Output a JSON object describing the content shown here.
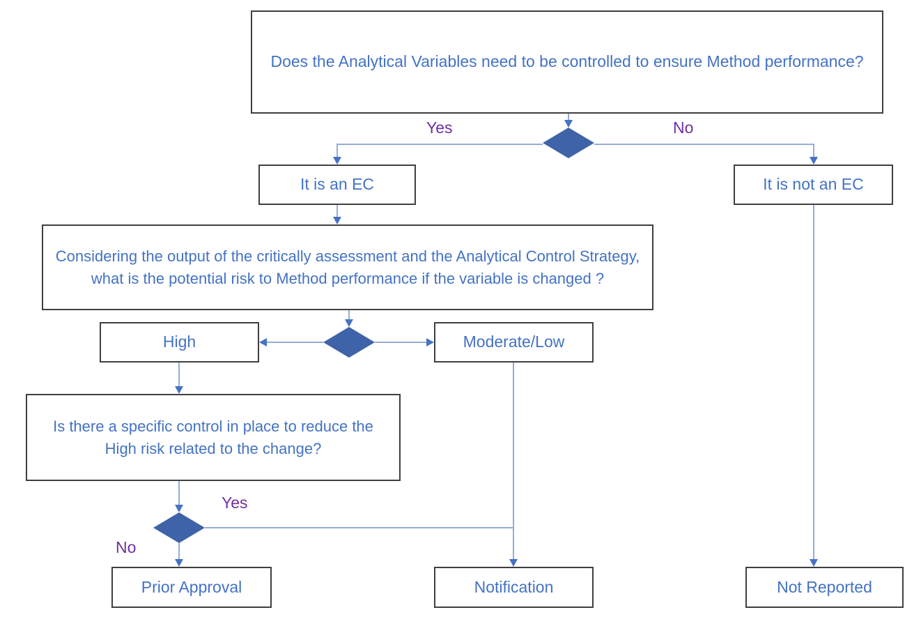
{
  "palette": {
    "box_border": "#3f3f3f",
    "box_text": "#4472c4",
    "label_text": "#7030a0",
    "diamond_fill": "#3f63a8",
    "connector_line": "#96acd8",
    "arrowhead": "#4472c4",
    "background": "#ffffff"
  },
  "nodes": {
    "q1": "Does the Analytical Variables need to be controlled to ensure Method performance?",
    "ec": "It is an EC",
    "not_ec": "It is not an EC",
    "q2": "Considering the output of the critically assessment and the Analytical Control Strategy, what is the potential risk to Method performance if the variable is changed ?",
    "high": "High",
    "moderate_low": "Moderate/Low",
    "q3": "Is there a specific control in place to reduce the High risk related to the change?",
    "prior_approval": "Prior Approval",
    "notification": "Notification",
    "not_reported": "Not Reported"
  },
  "labels": {
    "yes_top": "Yes",
    "no_top": "No",
    "yes_bottom": "Yes",
    "no_bottom": "No"
  },
  "edges": [
    {
      "from": "q1",
      "to": "ec",
      "label": "Yes"
    },
    {
      "from": "q1",
      "to": "not_ec",
      "label": "No"
    },
    {
      "from": "ec",
      "to": "q2",
      "label": ""
    },
    {
      "from": "q2",
      "to": "high",
      "label": ""
    },
    {
      "from": "q2",
      "to": "moderate_low",
      "label": ""
    },
    {
      "from": "high",
      "to": "q3",
      "label": ""
    },
    {
      "from": "q3",
      "to": "prior_approval",
      "label": "No"
    },
    {
      "from": "q3",
      "to": "notification",
      "label": "Yes"
    },
    {
      "from": "moderate_low",
      "to": "notification",
      "label": ""
    },
    {
      "from": "not_ec",
      "to": "not_reported",
      "label": ""
    }
  ]
}
